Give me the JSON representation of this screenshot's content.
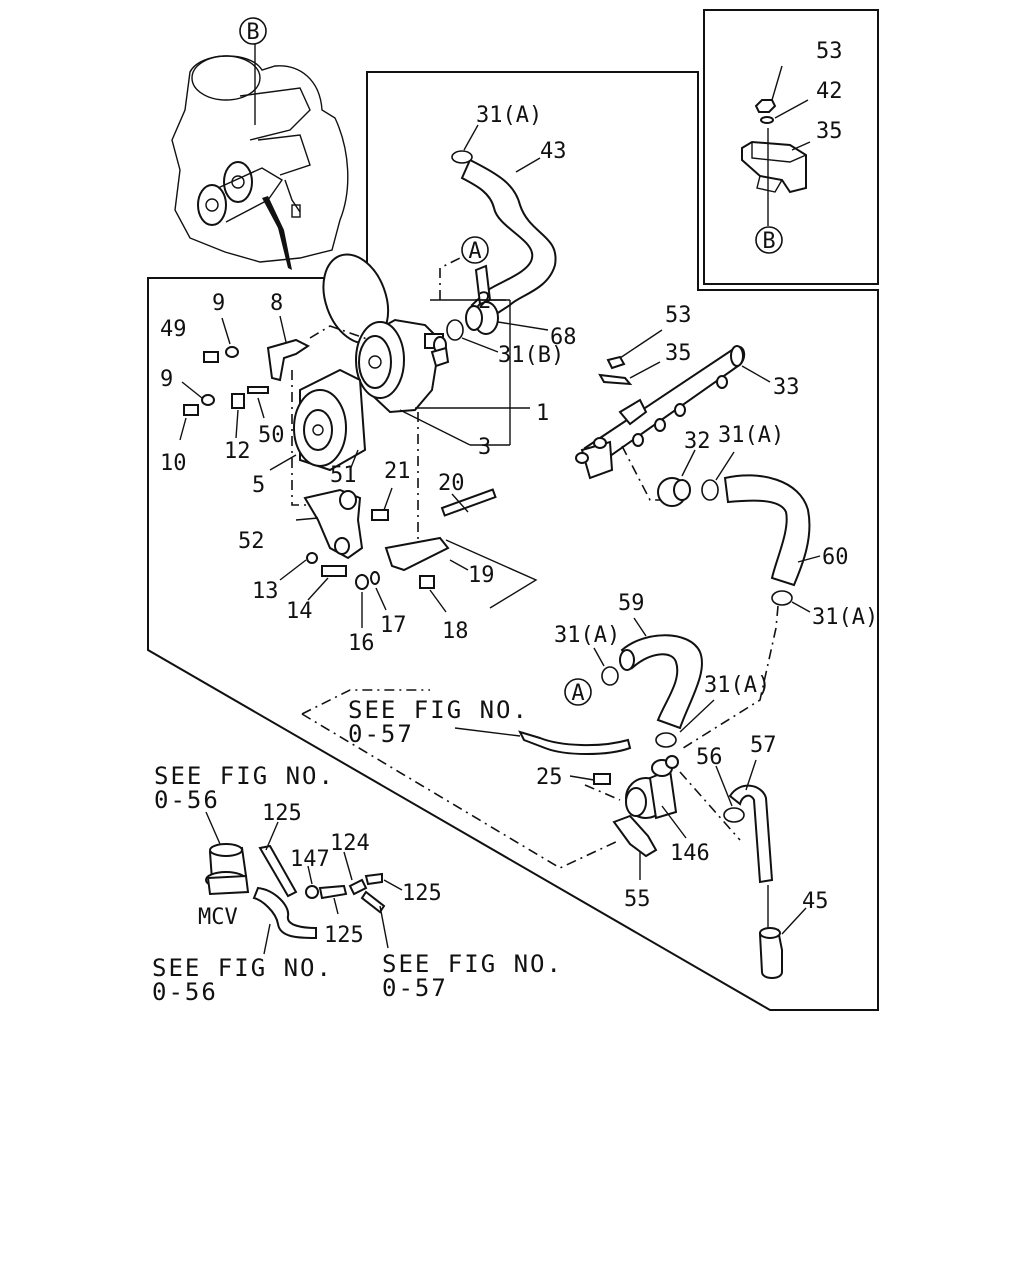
{
  "callouts": {
    "B_top": "B",
    "A_top": "A",
    "A_left": "A",
    "B_detail": "B"
  },
  "labels": {
    "p53a": "53",
    "p42": "42",
    "p35a": "35",
    "p31A_top": "31(A)",
    "p43": "43",
    "p31B": "31(B)",
    "p68": "68",
    "p53b": "53",
    "p35b": "35",
    "p33": "33",
    "p32": "32",
    "p31A_right": "31(A)",
    "p60": "60",
    "p31A_mid": "31(A)",
    "p59": "59",
    "p31A_left": "31(A)",
    "p31A_low": "31(A)",
    "p9a": "9",
    "p8": "8",
    "p49": "49",
    "p9b": "9",
    "p10": "10",
    "p12": "12",
    "p50": "50",
    "p2": "2",
    "p1": "1",
    "p3": "3",
    "p5": "5",
    "p51": "51",
    "p21": "21",
    "p20": "20",
    "p52": "52",
    "p19": "19",
    "p13": "13",
    "p14": "14",
    "p16": "16",
    "p17": "17",
    "p18": "18",
    "p25": "25",
    "p56": "56",
    "p57": "57",
    "p146": "146",
    "p55": "55",
    "p45": "45",
    "p125a": "125",
    "p124": "124",
    "p147": "147",
    "p125b": "125",
    "p125c": "125",
    "mcv": "MCV"
  },
  "references": {
    "ref_057_top_line1": "SEE FIG NO.",
    "ref_057_top_line2": "0-57",
    "ref_056_top_line1": "SEE FIG NO.",
    "ref_056_top_line2": "0-56",
    "ref_056_bot_line1": "SEE FIG NO.",
    "ref_056_bot_line2": "0-56",
    "ref_057_bot_line1": "SEE FIG NO.",
    "ref_057_bot_line2": "0-57"
  }
}
